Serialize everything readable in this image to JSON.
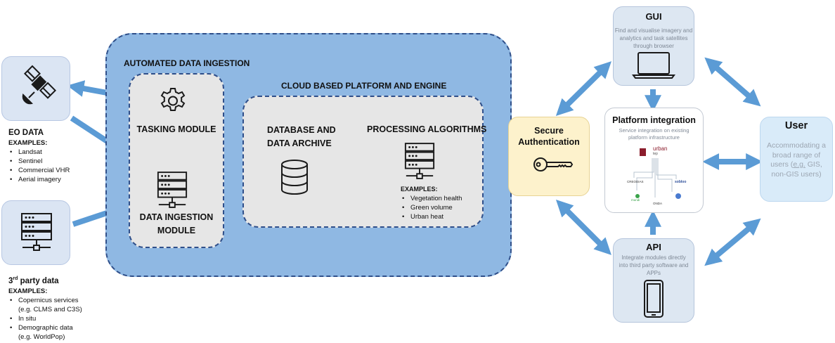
{
  "sources": {
    "eo": {
      "title": "EO DATA",
      "examples_label": "EXAMPLES:",
      "items": [
        "Landsat",
        "Sentinel",
        "Commercial VHR",
        "Aerial imagery"
      ],
      "icon": "satellite-icon"
    },
    "third_party": {
      "title_prefix": "3",
      "title_sup": "rd",
      "title_suffix": " party data",
      "examples_label": "EXAMPLES:",
      "items": [
        "Copernicus services (e.g. CLMS and C3S)",
        "In situ",
        "Demographic data (e.g. WorldPop)"
      ],
      "icon": "server-icon"
    }
  },
  "ingestion": {
    "title": "AUTOMATED DATA INGESTION",
    "tasking_module": "TASKING MODULE",
    "data_ingestion_module_l1": "DATA INGESTION",
    "data_ingestion_module_l2": "MODULE"
  },
  "platform": {
    "title": "CLOUD BASED PLATFORM AND ENGINE",
    "database_l1": "DATABASE AND",
    "database_l2": "DATA ARCHIVE",
    "processing": "PROCESSING ALGORITHMS",
    "examples_label": "EXAMPLES:",
    "examples": [
      "Vegetation health",
      "Green volume",
      "Urban heat"
    ]
  },
  "auth": {
    "title_l1": "Secure",
    "title_l2": "Authentication",
    "icon": "key-icon",
    "color": "#fdf2cc"
  },
  "gui": {
    "title": "GUI",
    "desc_l1": "Find and visualise imagery and",
    "desc_l2": "analytics and task satellites",
    "desc_l3": "through browser",
    "icon": "laptop-icon"
  },
  "integration": {
    "title": "Platform integration",
    "desc_l1": "Service integration on existing",
    "desc_l2": "platform infrastructure",
    "logos": {
      "urban_l1": "urban",
      "urban_l2": "tep",
      "creodias": "CREODIAS",
      "sobloo": "sobloo",
      "mundi": "mundi",
      "onda": "ONDA"
    }
  },
  "api": {
    "title": "API",
    "desc_l1": "Integrate modules directly",
    "desc_l2": "into third party software and",
    "desc_l3": "APPs",
    "icon": "phone-icon"
  },
  "user": {
    "title": "User",
    "desc_l1": "Accommodating a",
    "desc_l2": "broad range of",
    "desc_l3a": "users (",
    "desc_l3b": "e.g.",
    "desc_l3c": " GIS,",
    "desc_l4": "non-GIS users)",
    "color": "#d9ebf9"
  },
  "colors": {
    "arrow": "#5b9bd5",
    "outer_fill": "#8fb8e3",
    "dash": "#2f4f8a",
    "inner_fill": "#e6e6e6"
  }
}
